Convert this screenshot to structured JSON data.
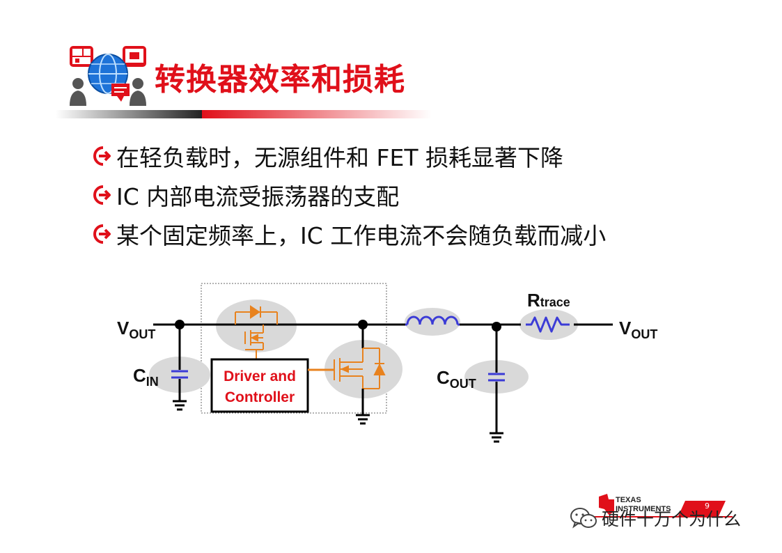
{
  "slide": {
    "title": "转换器效率和损耗",
    "bullets": [
      "在轻负载时，无源组件和 FET 损耗显著下降",
      "IC 内部电流受振荡器的支配",
      "某个固定频率上，IC 工作电流不会随负载而减小"
    ]
  },
  "diagram": {
    "vout_left_main": "V",
    "vout_left_sub": "OUT",
    "cin_main": "C",
    "cin_sub": "IN",
    "driver_line1": "Driver and",
    "driver_line2": "Controller",
    "cout_main": "C",
    "cout_sub": "OUT",
    "rtrace_main": "R",
    "rtrace_sub": "trace",
    "vout_right_main": "V",
    "vout_right_sub": "OUT"
  },
  "footer": {
    "logo_line1": "TEXAS",
    "logo_line2": "INSTRUMENTS",
    "page_number": "9",
    "watermark_text": "硬件十万个为什么"
  },
  "colors": {
    "title_red": "#e0101a",
    "driver_red": "#e0101a",
    "fet_orange": "#e8821e",
    "cap_blue": "#3b3bd6",
    "ellipse_gray": "#d9d9d9"
  },
  "icons": {
    "bullet": "circled-arrow-right-icon",
    "title_badge": "team-network-globe-icon",
    "watermark": "wechat-icon",
    "logo": "ti-texas-logo-icon"
  }
}
